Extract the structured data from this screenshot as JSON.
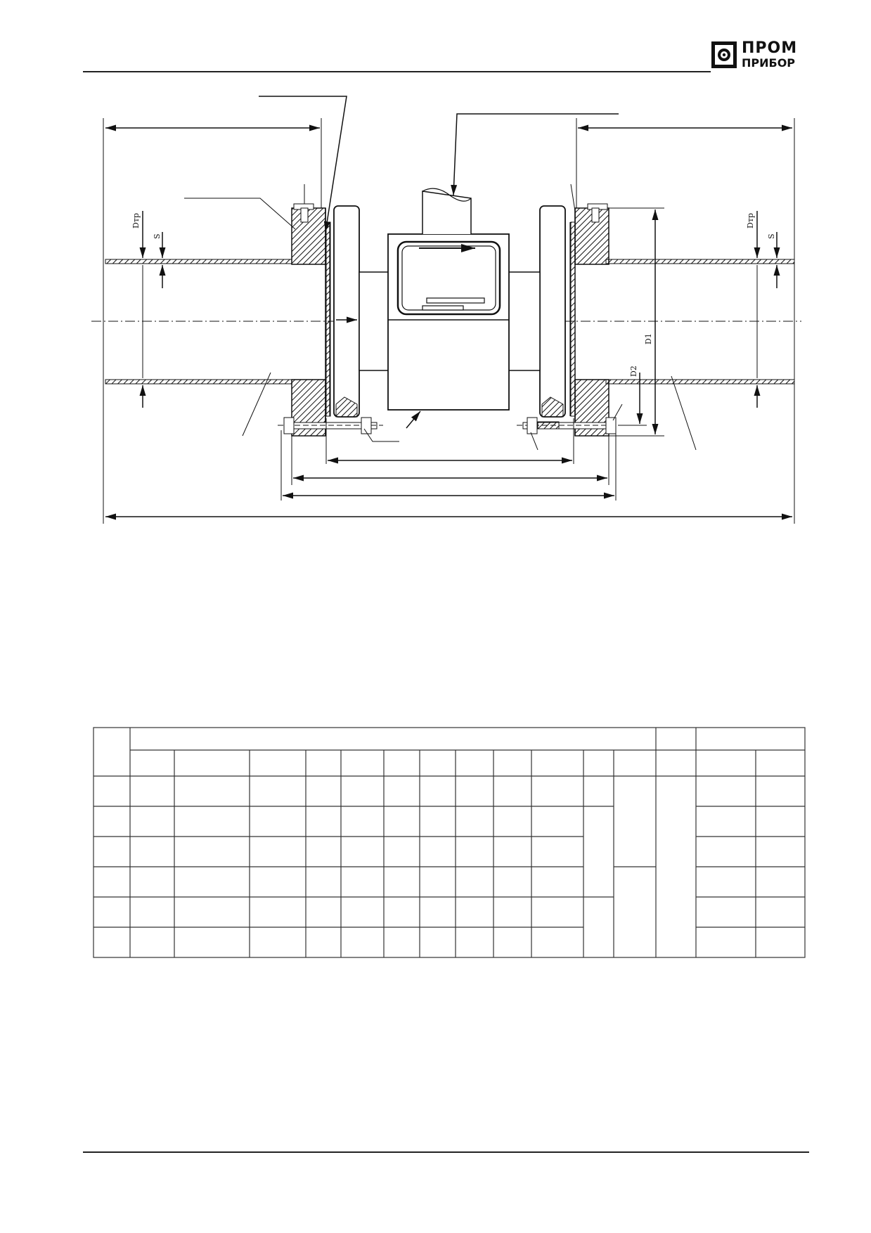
{
  "logo": {
    "line1": "ПРОМ",
    "line2": "ПРИБОР"
  },
  "drawing": {
    "labels": {
      "d_tr_left": "Dтр",
      "s_left": "S",
      "d_tr_right": "Dтр",
      "s_right": "S",
      "d1": "D1",
      "d2": "D2"
    }
  }
}
